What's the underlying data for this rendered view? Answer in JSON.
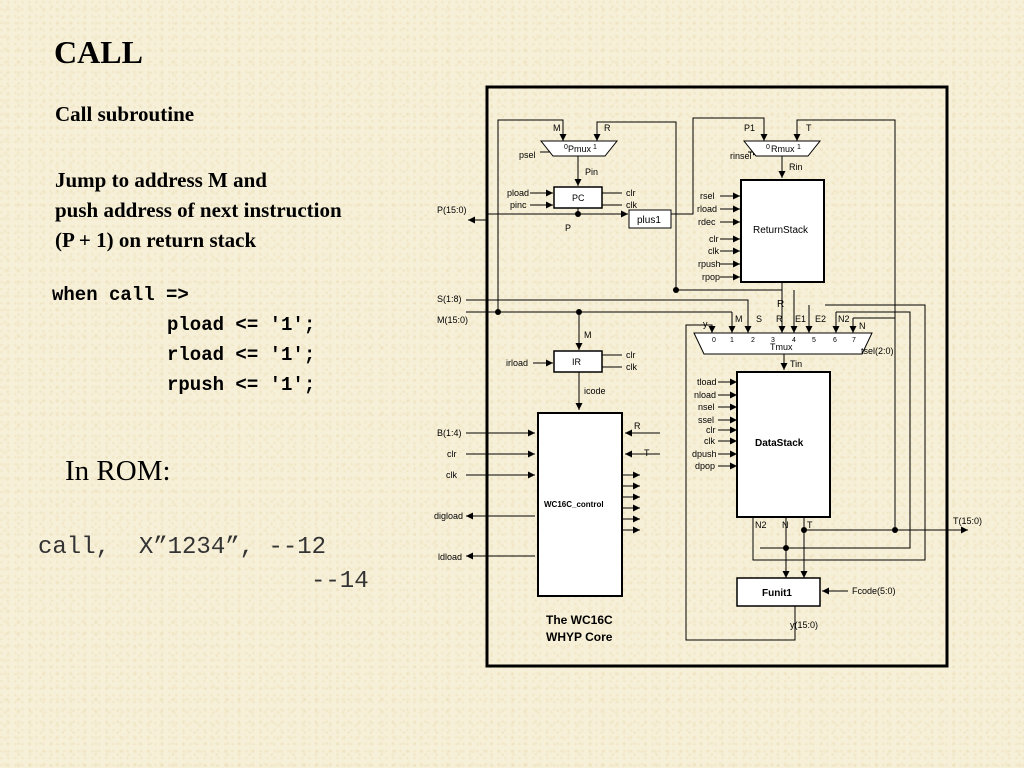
{
  "slide": {
    "title": "CALL",
    "subtitle": "Call subroutine",
    "description": [
      "Jump to address M and",
      "push address of next instruction",
      "(P + 1) on return stack"
    ],
    "code": {
      "line1": "when call =>",
      "line2": "pload <= '1';",
      "line3": "rload <= '1';",
      "line4": "rpush <= '1';"
    },
    "rom_heading": "In ROM:",
    "rom_line1": "call,  X”1234”, --12",
    "rom_line2": "--14"
  },
  "diagram": {
    "pmux": {
      "name": "Pmux",
      "in0": "M",
      "in1": "R",
      "sel": "psel",
      "sel0": "0",
      "sel1": "1"
    },
    "pc": {
      "name": "PC",
      "out": "Pin",
      "left1": "pload",
      "left2": "pinc",
      "right1": "clr",
      "right2": "clk",
      "bottom": "P"
    },
    "plus1": "plus1",
    "p_bus": "P(15:0)",
    "rmux": {
      "name": "Rmux",
      "in0": "P1",
      "in1": "T",
      "sel": "rinsel",
      "sel0": "0",
      "sel1": "1",
      "out": "Rin"
    },
    "return_stack": {
      "name": "ReturnStack",
      "inputs": [
        "rsel",
        "rload",
        "rdec",
        "clr",
        "clk",
        "rpush",
        "rpop"
      ],
      "out": "R"
    },
    "s_bus": "S(1:8)",
    "m_bus": "M(15:0)",
    "tmux": {
      "name": "Tmux",
      "inputs": [
        "y",
        "M",
        "S",
        "R",
        "E1",
        "E2",
        "N2",
        "N"
      ],
      "indices": [
        "0",
        "1",
        "2",
        "3",
        "4",
        "5",
        "6",
        "7"
      ],
      "sel": "tsel(2:0)",
      "out": "Tin"
    },
    "ir": {
      "name": "IR",
      "in": "M",
      "left": "irload",
      "right1": "clr",
      "right2": "clk",
      "out": "icode"
    },
    "data_stack": {
      "name": "DataStack",
      "inputs": [
        "tload",
        "nload",
        "nsel",
        "ssel",
        "clr",
        "clk",
        "dpush",
        "dpop"
      ],
      "outputs": [
        "N2",
        "N",
        "T"
      ]
    },
    "t_bus": "T(15:0)",
    "control": {
      "name": "WC16C_control",
      "left_inputs": [
        "B(1:4)",
        "clr",
        "clk"
      ],
      "left_outputs": [
        "digload",
        "ldload"
      ],
      "in_r": "R",
      "in_t": "T"
    },
    "funit": {
      "name": "Funit1",
      "fcode": "Fcode(5:0)",
      "out": "y(15:0)"
    },
    "caption": [
      "The WC16C",
      "WHYP Core"
    ]
  }
}
